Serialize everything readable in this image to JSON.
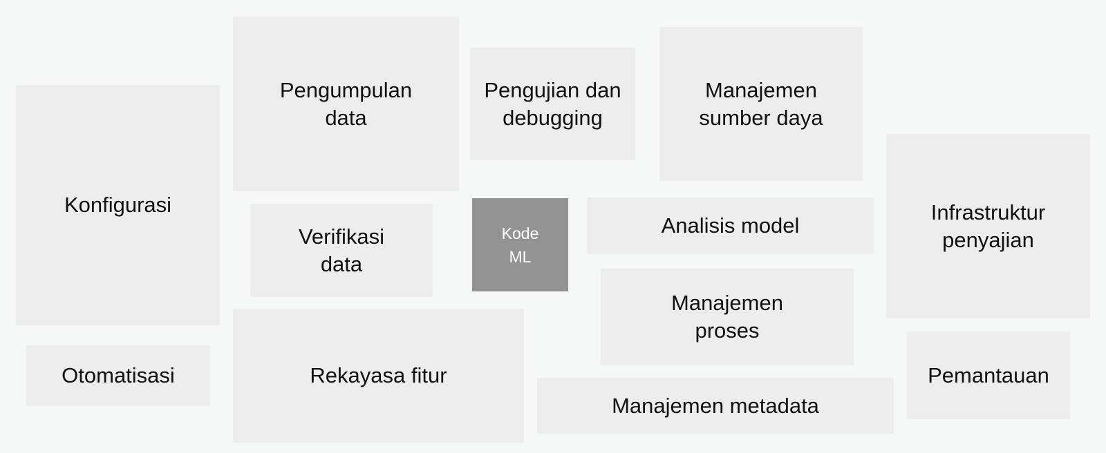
{
  "diagram": {
    "title": "",
    "colors": {
      "background": "#f6f7f7",
      "box_fill": "#ededed",
      "core_fill": "#939393",
      "text": "#111111",
      "core_text": "#ffffff"
    },
    "core": {
      "label": "Kode\nML"
    },
    "components": [
      {
        "id": "konfigurasi",
        "label": "Konfigurasi"
      },
      {
        "id": "pengumpulan-data",
        "label": "Pengumpulan\ndata"
      },
      {
        "id": "pengujian-debugging",
        "label": "Pengujian dan\ndebugging"
      },
      {
        "id": "manajemen-sumber-daya",
        "label": "Manajemen\nsumber daya"
      },
      {
        "id": "infrastruktur-penyajian",
        "label": "Infrastruktur\npenyajian"
      },
      {
        "id": "verifikasi-data",
        "label": "Verifikasi\ndata"
      },
      {
        "id": "analisis-model",
        "label": "Analisis model"
      },
      {
        "id": "manajemen-proses",
        "label": "Manajemen\nproses"
      },
      {
        "id": "otomatisasi",
        "label": "Otomatisasi"
      },
      {
        "id": "rekayasa-fitur",
        "label": "Rekayasa fitur"
      },
      {
        "id": "manajemen-metadata",
        "label": "Manajemen metadata"
      },
      {
        "id": "pemantauan",
        "label": "Pemantauan"
      }
    ]
  }
}
